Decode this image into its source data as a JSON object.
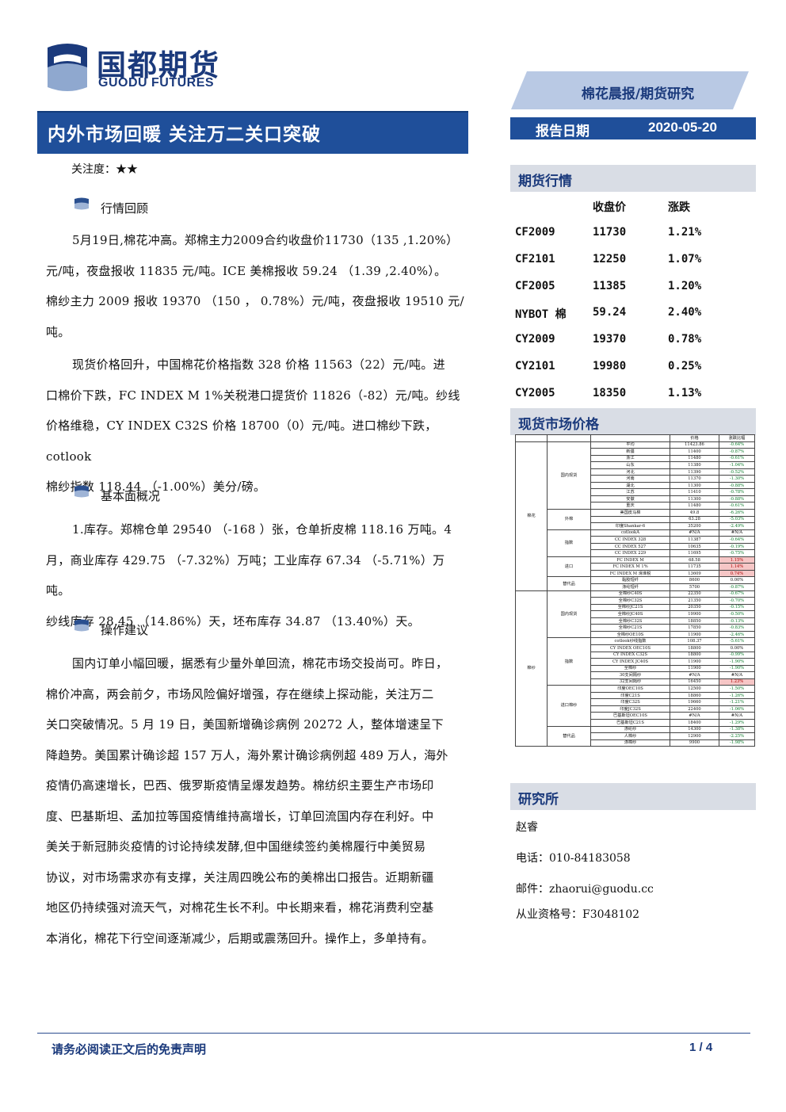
{
  "header": {
    "logo_cn": "国都期货",
    "logo_en": "GUODU FUTURES",
    "category": "棉花晨报/期货研究",
    "title": "内外市场回暖 关注万二关口突破",
    "date_label": "报告日期",
    "date_value": "2020-05-20"
  },
  "body": {
    "focus": "关注度：★★",
    "sections": [
      {
        "heading": "行情回顾",
        "paragraphs": [
          [
            "5月19日,棉花冲高。郑棉主力2009合约收盘价11730（135 ,1.20%）",
            "元/吨，夜盘报收 11835 元/吨。ICE 美棉报收 59.24 （1.39 ,2.40%）。",
            "棉纱主力 2009 报收 19370 （150 ， 0.78%）元/吨，夜盘报收 19510 元/",
            "吨。"
          ],
          [
            "现货价格回升，中国棉花价格指数 328 价格 11563（22）元/吨。进",
            "口棉价下跌，FC INDEX M 1%关税港口提货价 11826（-82）元/吨。纱线",
            "价格维稳，CY INDEX C32S 价格 18700（0）元/吨。进口棉纱下跌，cotlook",
            "棉纱指数 118.44 （-1.00%）美分/磅。"
          ]
        ]
      },
      {
        "heading": "基本面概况",
        "paragraphs": [
          [
            "1.库存。郑棉仓单 29540 （-168 ）张，仓单折皮棉 118.16 万吨。4",
            "月，商业库存 429.75 （-7.32%）万吨；工业库存 67.34 （-5.71%）万吨。",
            "纱线库存 28.45 （14.86%）天，坯布库存 34.87 （13.40%）天。"
          ]
        ]
      },
      {
        "heading": "操作建议",
        "paragraphs": [
          [
            "国内订单小幅回暖，据悉有少量外单回流，棉花市场交投尚可。昨日，",
            "棉价冲高，两会前夕，市场风险偏好增强，存在继续上探动能，关注万二",
            "关口突破情况。5 月 19 日，美国新增确诊病例 20272 人，整体增速呈下",
            "降趋势。美国累计确诊超 157 万人，海外累计确诊病例超 489 万人，海外",
            "疫情仍高速增长，巴西、俄罗斯疫情呈爆发趋势。棉纺织主要生产市场印",
            "度、巴基斯坦、孟加拉等国疫情维持高增长，订单回流国内存在利好。中",
            "美关于新冠肺炎疫情的讨论持续发酵,但中国继续签约美棉履行中美贸易",
            "协议，对市场需求亦有支撑，关注周四晚公布的美棉出口报告。近期新疆",
            "地区仍持续强对流天气，对棉花生长不利。中长期来看，棉花消费利空基",
            "本消化，棉花下行空间逐渐减少，后期或震荡回升。操作上，多单持有。"
          ]
        ]
      }
    ]
  },
  "futures": {
    "heading": "期货行情",
    "col_close": "收盘价",
    "col_change": "涨跌",
    "rows": [
      {
        "name": "CF2009",
        "close": "11730",
        "change": "1.21%"
      },
      {
        "name": "CF2101",
        "close": "12250",
        "change": "1.07%"
      },
      {
        "name": "CF2005",
        "close": "11385",
        "change": "1.20%"
      },
      {
        "name": "NYBOT 棉",
        "close": "59.24",
        "change": "2.40%"
      },
      {
        "name": "CY2009",
        "close": "19370",
        "change": "0.78%"
      },
      {
        "name": "CY2101",
        "close": "19980",
        "change": "0.25%"
      },
      {
        "name": "CY2005",
        "close": "18350",
        "change": "1.13%"
      }
    ]
  },
  "spot": {
    "heading": "现货市场价格",
    "col_price": "价格",
    "col_change": "涨跌比幅",
    "rows": [
      {
        "cat": "棉花",
        "sub": "国内现货",
        "name": "平均",
        "price": "11423.86",
        "chg": "-0.64%"
      },
      {
        "cat": "",
        "sub": "",
        "name": "新疆",
        "price": "11400",
        "chg": "-0.87%"
      },
      {
        "cat": "",
        "sub": "",
        "name": "浙江",
        "price": "11480",
        "chg": "-0.61%"
      },
      {
        "cat": "",
        "sub": "",
        "name": "山东",
        "price": "11380",
        "chg": "-1.04%"
      },
      {
        "cat": "",
        "sub": "",
        "name": "河北",
        "price": "11390",
        "chg": "-0.52%"
      },
      {
        "cat": "",
        "sub": "",
        "name": "河南",
        "price": "11370",
        "chg": "-1.30%"
      },
      {
        "cat": "",
        "sub": "",
        "name": "湖北",
        "price": "11300",
        "chg": "-0.88%"
      },
      {
        "cat": "",
        "sub": "",
        "name": "江苏",
        "price": "11410",
        "chg": "-0.78%"
      },
      {
        "cat": "",
        "sub": "",
        "name": "安徽",
        "price": "11300",
        "chg": "-0.88%"
      },
      {
        "cat": "",
        "sub": "",
        "name": "重庆",
        "price": "11480",
        "chg": "-0.61%"
      },
      {
        "cat": "",
        "sub": "外棉",
        "name": "美国皮马棉",
        "price": "49.8",
        "chg": "-6.26%"
      },
      {
        "cat": "",
        "sub": "",
        "name": "",
        "price": "63.28",
        "chg": "-5.03%"
      },
      {
        "cat": "",
        "sub": "",
        "name": "印度Shankar-6",
        "price": "35200",
        "chg": "-2.49%"
      },
      {
        "cat": "",
        "sub": "指数",
        "name": "cotlookA",
        "price": "#N/A",
        "chg": "#N/A"
      },
      {
        "cat": "",
        "sub": "",
        "name": "CC INDEX 328",
        "price": "11387",
        "chg": "-0.64%"
      },
      {
        "cat": "",
        "sub": "",
        "name": "CC INDEX 527",
        "price": "10635",
        "chg": "-0.19%"
      },
      {
        "cat": "",
        "sub": "",
        "name": "CC INDEX 229",
        "price": "11695",
        "chg": "-0.75%"
      },
      {
        "cat": "",
        "sub": "进口",
        "name": "FC INDEX M",
        "price": "68.58",
        "chg": "1.15%"
      },
      {
        "cat": "",
        "sub": "",
        "name": "FC INDEX M 1%",
        "price": "11735",
        "chg": "1.14%"
      },
      {
        "cat": "",
        "sub": "",
        "name": "FC INDEX M 滑准税",
        "price": "13609",
        "chg": "0.74%"
      },
      {
        "cat": "",
        "sub": "替代品",
        "name": "黏胶短纤",
        "price": "8600",
        "chg": "0.00%"
      },
      {
        "cat": "",
        "sub": "",
        "name": "涤纶短纤",
        "price": "5700",
        "chg": "-0.87%"
      },
      {
        "cat": "棉纱",
        "sub": "国内现货",
        "name": "全棉纱C40S",
        "price": "22350",
        "chg": "-0.67%"
      },
      {
        "cat": "",
        "sub": "",
        "name": "全棉纱C32S",
        "price": "21350",
        "chg": "-0.70%"
      },
      {
        "cat": "",
        "sub": "",
        "name": "全棉纱JC21S",
        "price": "20350",
        "chg": "-0.15%"
      },
      {
        "cat": "",
        "sub": "",
        "name": "全棉纱JC40S",
        "price": "19900",
        "chg": "-0.50%"
      },
      {
        "cat": "",
        "sub": "",
        "name": "全棉纱C32S",
        "price": "18850",
        "chg": "-0.13%"
      },
      {
        "cat": "",
        "sub": "",
        "name": "全棉纱C21S",
        "price": "17850",
        "chg": "-0.83%"
      },
      {
        "cat": "",
        "sub": "",
        "name": "全棉纱OE10S",
        "price": "11900",
        "chg": "-2.46%"
      },
      {
        "cat": "",
        "sub": "指数",
        "name": "cotlook纱线指数",
        "price": "108.37",
        "chg": "-5.61%"
      },
      {
        "cat": "",
        "sub": "",
        "name": "CY INDEX OEC10S",
        "price": "18800",
        "chg": "0.00%"
      },
      {
        "cat": "",
        "sub": "",
        "name": "CY INDEX C32S",
        "price": "18800",
        "chg": "-0.99%"
      },
      {
        "cat": "",
        "sub": "",
        "name": "CY INDEX JC40S",
        "price": "11900",
        "chg": "-1.90%"
      },
      {
        "cat": "",
        "sub": "",
        "name": "全棉纱",
        "price": "11900",
        "chg": "-1.90%"
      },
      {
        "cat": "",
        "sub": "",
        "name": "30支间隔纱",
        "price": "#N/A",
        "chg": "#N/A"
      },
      {
        "cat": "",
        "sub": "",
        "name": "32支间隔纱",
        "price": "16450",
        "chg": "1.23%"
      },
      {
        "cat": "",
        "sub": "进口棉纱",
        "name": "印度OEC10S",
        "price": "12500",
        "chg": "-1.50%"
      },
      {
        "cat": "",
        "sub": "",
        "name": "印度C21S",
        "price": "18860",
        "chg": "-1.26%"
      },
      {
        "cat": "",
        "sub": "",
        "name": "印度C32S",
        "price": "19660",
        "chg": "-1.21%"
      },
      {
        "cat": "",
        "sub": "",
        "name": "印度JC32S",
        "price": "22400",
        "chg": "-1.06%"
      },
      {
        "cat": "",
        "sub": "",
        "name": "巴基斯坦OEC10S",
        "price": "#N/A",
        "chg": "#N/A"
      },
      {
        "cat": "",
        "sub": "",
        "name": "巴基斯坦C21S",
        "price": "18400",
        "chg": "-1.29%"
      },
      {
        "cat": "",
        "sub": "替代品",
        "name": "涤纶纱",
        "price": "14300",
        "chg": "-1.38%"
      },
      {
        "cat": "",
        "sub": "",
        "name": "人棉纱",
        "price": "12900",
        "chg": "-2.25%"
      },
      {
        "cat": "",
        "sub": "",
        "name": "涤棉纱",
        "price": "9900",
        "chg": "-1.98%"
      }
    ]
  },
  "research": {
    "heading": "研究所",
    "name": "赵睿",
    "phone": "电话：010-84183058",
    "email": "邮件：zhaorui@guodu.cc",
    "license": "从业资格号：F3048102"
  },
  "footer": {
    "disclaimer": "请务必阅读正文后的免责声明",
    "page": "1 / 4"
  },
  "colors": {
    "brand": "#1f4f9a",
    "panel": "#d9dde5",
    "positive_bg": "#f6c6c6"
  }
}
